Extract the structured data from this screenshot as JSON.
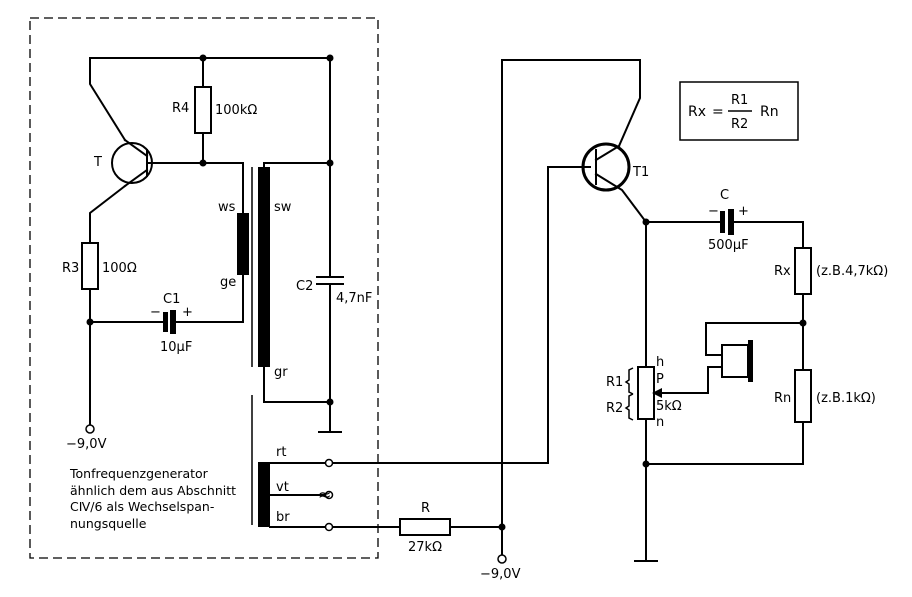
{
  "generator": {
    "description_lines": [
      "Tonfrequenzgenerator",
      "ähnlich dem aus Abschnitt",
      "CⅣ/6 als Wechselspan-",
      "nungsquelle"
    ],
    "transistor_label": "T",
    "r4_label": "R4",
    "r4_value": "100kΩ",
    "r3_label": "R3",
    "r3_value": "100Ω",
    "c1_label": "C1",
    "c1_minus": "−",
    "c1_plus": "+",
    "c1_value": "10μF",
    "c2_label": "C2",
    "c2_value": "4,7nF",
    "winding_ws": "ws",
    "winding_ge": "ge",
    "winding_sw": "sw",
    "winding_gr": "gr",
    "supply_label": "−9,0V"
  },
  "output_winding": {
    "rt": "rt",
    "vt": "vt",
    "br": "br",
    "ac_symbol": "≈"
  },
  "bridge": {
    "r_label": "R",
    "r_value": "27kΩ",
    "supply_label": "−9,0V",
    "t1_label": "T1",
    "c_label": "C",
    "c_minus": "−",
    "c_plus": "+",
    "c_value": "500μF",
    "rx_label": "Rx",
    "rx_value": "(z.B.4,7kΩ)",
    "rn_label": "Rn",
    "rn_value": "(z.B.1kΩ)",
    "pot_h": "h",
    "pot_p": "P",
    "pot_value": "5kΩ",
    "pot_n": "n",
    "pot_r1": "R1",
    "pot_r2": "R2"
  },
  "formula": {
    "lhs": "Rx",
    "equals": "=",
    "numerator": "R1",
    "denominator": "R2",
    "factor": "Rn"
  }
}
